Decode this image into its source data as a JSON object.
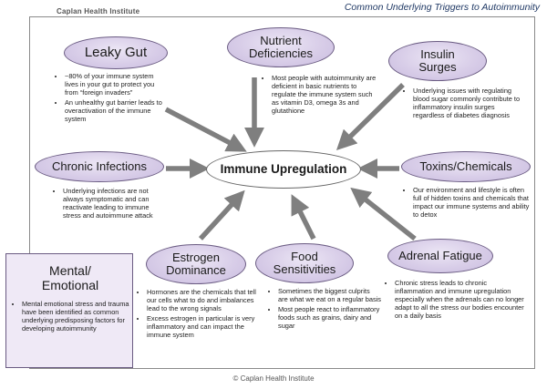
{
  "brand": "Caplan Health Institute",
  "title": "Common Underlying Triggers to Autoimmunity",
  "center": "Immune Upregulation",
  "triggers": {
    "leaky_gut": {
      "label": "Leaky Gut",
      "notes": [
        "~80% of your immune system lives in your gut to protect you from “foreign invaders”",
        "An unhealthy gut barrier leads to overactivation of the immune system"
      ]
    },
    "nutrient": {
      "label_lines": [
        "Nutrient",
        "Deficiencies"
      ],
      "notes": [
        "Most people with autoimmunity are deficient in basic nutrients to regulate the immune system such as vitamin D3, omega 3s and glutathione"
      ]
    },
    "insulin": {
      "label_lines": [
        "Insulin",
        "Surges"
      ],
      "notes": [
        "Underlying issues with regulating blood sugar commonly contribute to inflammatory insulin surges regardless of diabetes diagnosis"
      ]
    },
    "chronic": {
      "label": "Chronic Infections",
      "notes": [
        "Underlying infections are not always symptomatic and can reactivate leading to immune stress and autoimmune attack"
      ]
    },
    "toxins": {
      "label": "Toxins/Chemicals",
      "notes": [
        "Our environment and lifestyle is often full of hidden toxins and chemicals that impact our immune systems and ability to detox"
      ]
    },
    "estrogen": {
      "label_lines": [
        "Estrogen",
        "Dominance"
      ],
      "notes": [
        "Hormones are the chemicals that tell our cells what to do and imbalances lead to the wrong signals",
        "Excess estrogen in particular is very inflammatory and can impact the immune system"
      ]
    },
    "food": {
      "label_lines": [
        "Food",
        "Sensitivities"
      ],
      "notes": [
        "Sometimes the biggest culprits are what we eat on a regular basis",
        "Most people react to inflammatory foods such as grains, dairy and sugar"
      ]
    },
    "adrenal": {
      "label": "Adrenal Fatigue",
      "notes": [
        "Chronic stress leads to chronic inflammation and immune upregulation especially when the adrenals can no longer adapt to all the stress our bodies encounter on a daily basis"
      ]
    },
    "mental": {
      "label_lines": [
        "Mental/",
        "Emotional"
      ],
      "notes": [
        "Mental emotional stress and trauma have been identified as common underlying predisposing factors for developing autoimmunity"
      ]
    }
  },
  "copyright": "© Caplan Health Institute",
  "colors": {
    "oval_fill": "#d8cde8",
    "oval_border": "#6a5b82",
    "arrow": "#7f7f7f",
    "title": "#1f3864"
  }
}
